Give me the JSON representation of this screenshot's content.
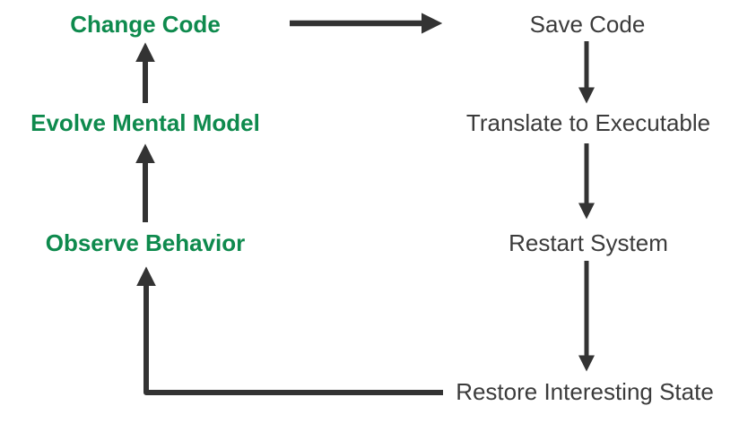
{
  "colors": {
    "green_label": "#0E8A4D",
    "dark_label": "#3B3B3B",
    "arrow": "#333333",
    "background": "#FFFFFF"
  },
  "nodes": {
    "change_code": "Change Code",
    "evolve_mental_model": "Evolve Mental Model",
    "observe_behavior": "Observe Behavior",
    "save_code": "Save Code",
    "translate_to_executable": "Translate to Executable",
    "restart_system": "Restart System",
    "restore_interesting_state": "Restore Interesting State"
  },
  "arrows": [
    {
      "from": "Change Code",
      "to": "Save Code",
      "direction": "right"
    },
    {
      "from": "Save Code",
      "to": "Translate to Executable",
      "direction": "down"
    },
    {
      "from": "Translate to Executable",
      "to": "Restart System",
      "direction": "down"
    },
    {
      "from": "Restart System",
      "to": "Restore Interesting State",
      "direction": "down"
    },
    {
      "from": "Restore Interesting State",
      "to": "Observe Behavior",
      "direction": "left-then-up"
    },
    {
      "from": "Observe Behavior",
      "to": "Evolve Mental Model",
      "direction": "up"
    },
    {
      "from": "Evolve Mental Model",
      "to": "Change Code",
      "direction": "up"
    }
  ]
}
